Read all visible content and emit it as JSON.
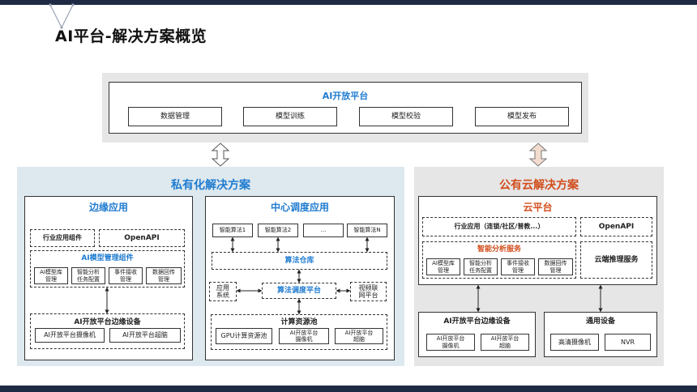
{
  "page_title": "AI平台-解决方案概览",
  "top_platform": {
    "title": "AI开放平台",
    "items": [
      "数据管理",
      "模型训练",
      "模型校验",
      "模型发布"
    ]
  },
  "private": {
    "title": "私有化解决方案",
    "edge": {
      "title": "边缘应用",
      "industry": "行业应用组件",
      "openapi": "OpenAPI",
      "model_mgmt_title": "AI模型管理组件",
      "model_mgmt_items": [
        "AI模型库\n管理",
        "智能分析\n任务配置",
        "事件接收\n管理",
        "数据回传\n管理"
      ],
      "device_title": "AI开放平台边缘设备",
      "devices": [
        "AI开放平台摄像机",
        "AI开放平台超脑"
      ]
    },
    "center": {
      "title": "中心调度应用",
      "algos": [
        "智能算法1",
        "智能算法2",
        "...",
        "智能算法N"
      ],
      "warehouse": "算法仓库",
      "app_system": "应用\n系统",
      "scheduler": "算法调度平台",
      "video_net": "视频联\n网平台",
      "pool_title": "计算资源池",
      "pool_items": [
        "GPU计算资源池",
        "AI开放平台\n摄像机",
        "AI开放平台\n超脑"
      ]
    }
  },
  "public": {
    "title": "公有云解决方案",
    "cloud": {
      "title": "云平台",
      "industry": "行业应用（连锁/社区/普教...）",
      "openapi": "OpenAPI",
      "analysis_title": "智能分析服务",
      "analysis_items": [
        "AI模型库\n管理",
        "智能分析\n任务配置",
        "事件接收\n管理",
        "数据回传\n管理"
      ],
      "inference": "云端推理服务"
    },
    "edge_device": {
      "title": "AI开放平台边缘设备",
      "items": [
        "AI开放平台\n摄像机",
        "AI开放平台\n超脑"
      ]
    },
    "general_device": {
      "title": "通用设备",
      "items": [
        "高清摄像机",
        "NVR"
      ]
    }
  },
  "colors": {
    "accent_blue": "#1f7bd0",
    "accent_orange": "#d24d1c",
    "private_panel_bg": "#dde9ee",
    "public_panel_bg": "#e6e6e6",
    "navy_bar": "#1f2a44"
  }
}
